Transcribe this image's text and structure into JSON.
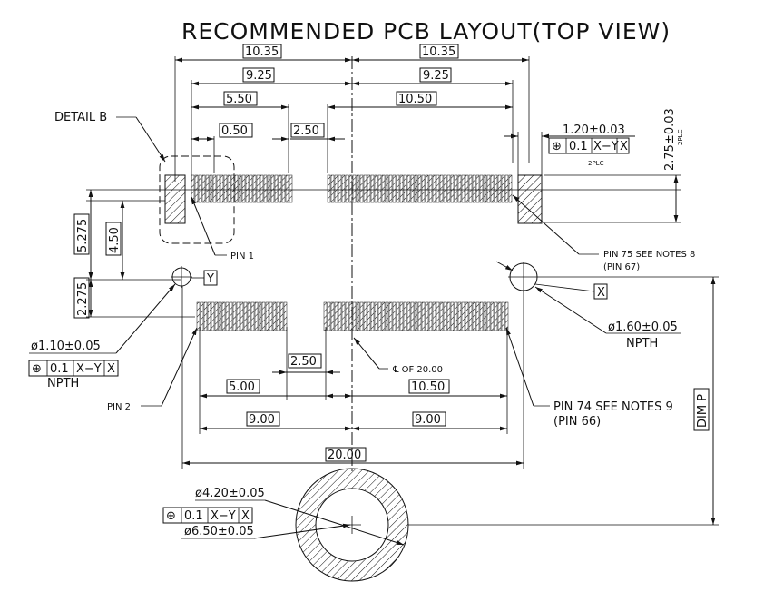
{
  "title": "RECOMMENDED PCB LAYOUT(TOP VIEW)",
  "dims": {
    "top_left_1035": "10.35",
    "top_right_1035": "10.35",
    "top_left_925": "9.25",
    "top_right_925": "9.25",
    "top_550": "5.50",
    "top_1050": "10.50",
    "top_050": "0.50",
    "top_250": "2.50",
    "pad_width": "1.20±0.03",
    "pad_height": "2.75±0.03",
    "plc_right": "2PLC",
    "plc_top": "2PLC",
    "v_5275": "5.275",
    "v_450": "4.50",
    "v_2275": "2.275",
    "bot_250": "2.50",
    "bot_500": "5.00",
    "bot_1050": "10.50",
    "bot_900_left": "9.00",
    "bot_900_right": "9.00",
    "total_2000": "20.00",
    "dim_p": "DIM P",
    "hole_small": "ø1.10±0.05",
    "hole_large": "ø1.60±0.05",
    "ring_inner": "ø4.20±0.05",
    "ring_outer": "ø6.50±0.05"
  },
  "tolerance_frames": {
    "top_right": [
      "⊕",
      "0.1",
      "X−Y",
      "X"
    ],
    "left": [
      "⊕",
      "0.1",
      "X−Y",
      "X"
    ],
    "ring": [
      "⊕",
      "0.1",
      "X−Y",
      "X"
    ]
  },
  "datums": {
    "y": "Y",
    "x": "X"
  },
  "labels": {
    "detail_b": "DETAIL B",
    "pin1": "PIN 1",
    "pin2": "PIN 2",
    "pin75": "PIN 75 SEE NOTES 8",
    "pin67": "(PIN 67)",
    "pin74": "PIN 74 SEE NOTES 9",
    "pin66": "(PIN 66)",
    "npth_left": "NPTH",
    "npth_right": "NPTH",
    "centerline": "℄ OF 20.00"
  }
}
